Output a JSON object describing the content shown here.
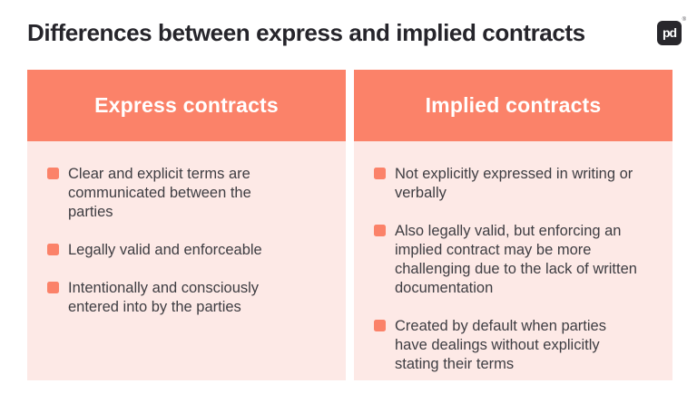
{
  "page": {
    "title": "Differences between express and implied contracts",
    "logo_text": "pd",
    "logo_mark": "®"
  },
  "colors": {
    "coral": "#FB8269",
    "panel_bg": "#FDE9E6",
    "title_text": "#26252B",
    "body_text": "#3E3D42",
    "logo_bg": "#28272C"
  },
  "columns": [
    {
      "header": "Express contracts",
      "items": [
        "Clear and explicit terms are communicated between the parties",
        "Legally valid and enforceable",
        "Intentionally and consciously entered into by the parties"
      ]
    },
    {
      "header": "Implied contracts",
      "items": [
        "Not explicitly expressed in writing or verbally",
        "Also legally valid, but enforcing an implied contract may be more challenging due to the lack of written documentation",
        "Created by default when parties have dealings without explicitly stating their terms"
      ]
    }
  ]
}
